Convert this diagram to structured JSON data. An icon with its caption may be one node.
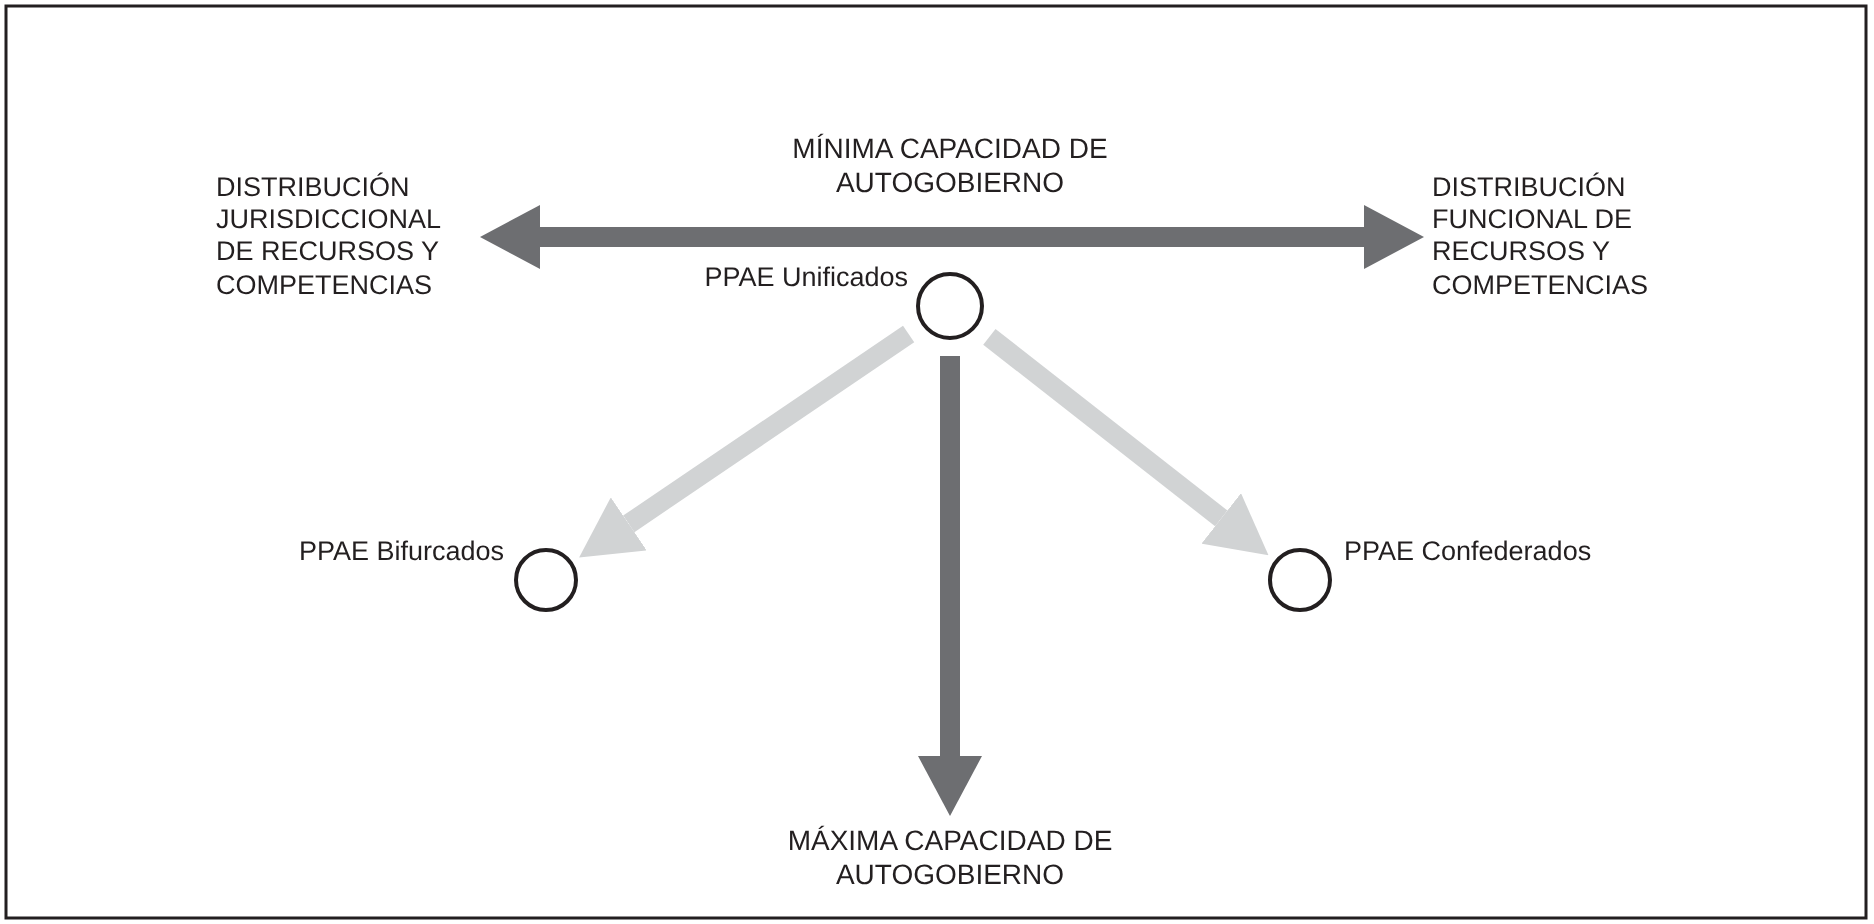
{
  "diagram": {
    "nodes": [
      {
        "text": [
          "DISTRIBUCIÓN JURISDICCIONAL DE RECURSOS Y COMPETENCIAS"
        ]
      },
      {
        "text": [
          "DISTRIBUCIÓN FUNCIONAL DE RECURSOS Y COMPETENCIAS"
        ]
      },
      {
        "text": [],
        "shape": "circle",
        "beside": [
          "PPAE Unificados"
        ]
      },
      {
        "text": [],
        "shape": "circle",
        "beside": [
          "PPAE Bifurcados"
        ]
      },
      {
        "text": [],
        "shape": "circle",
        "beside": [
          "PPAE Confederados"
        ]
      },
      {
        "text": [
          "MÁXIMA CAPACIDAD DE AUTOGOBIERNO"
        ]
      }
    ],
    "edges": [
      {
        "from": 0,
        "to": 1,
        "arrow": "both"
      },
      {
        "from": 2,
        "to": 5,
        "arrow": "to"
      },
      {
        "from": 2,
        "to": 3,
        "arrow": "to",
        "color": "#d1d3d4"
      },
      {
        "from": 2,
        "to": 4,
        "arrow": "to",
        "color": "#d1d3d4"
      }
    ],
    "labels": [
      "MÍNIMA CAPACIDAD DE AUTOGOBIERNO"
    ]
  }
}
